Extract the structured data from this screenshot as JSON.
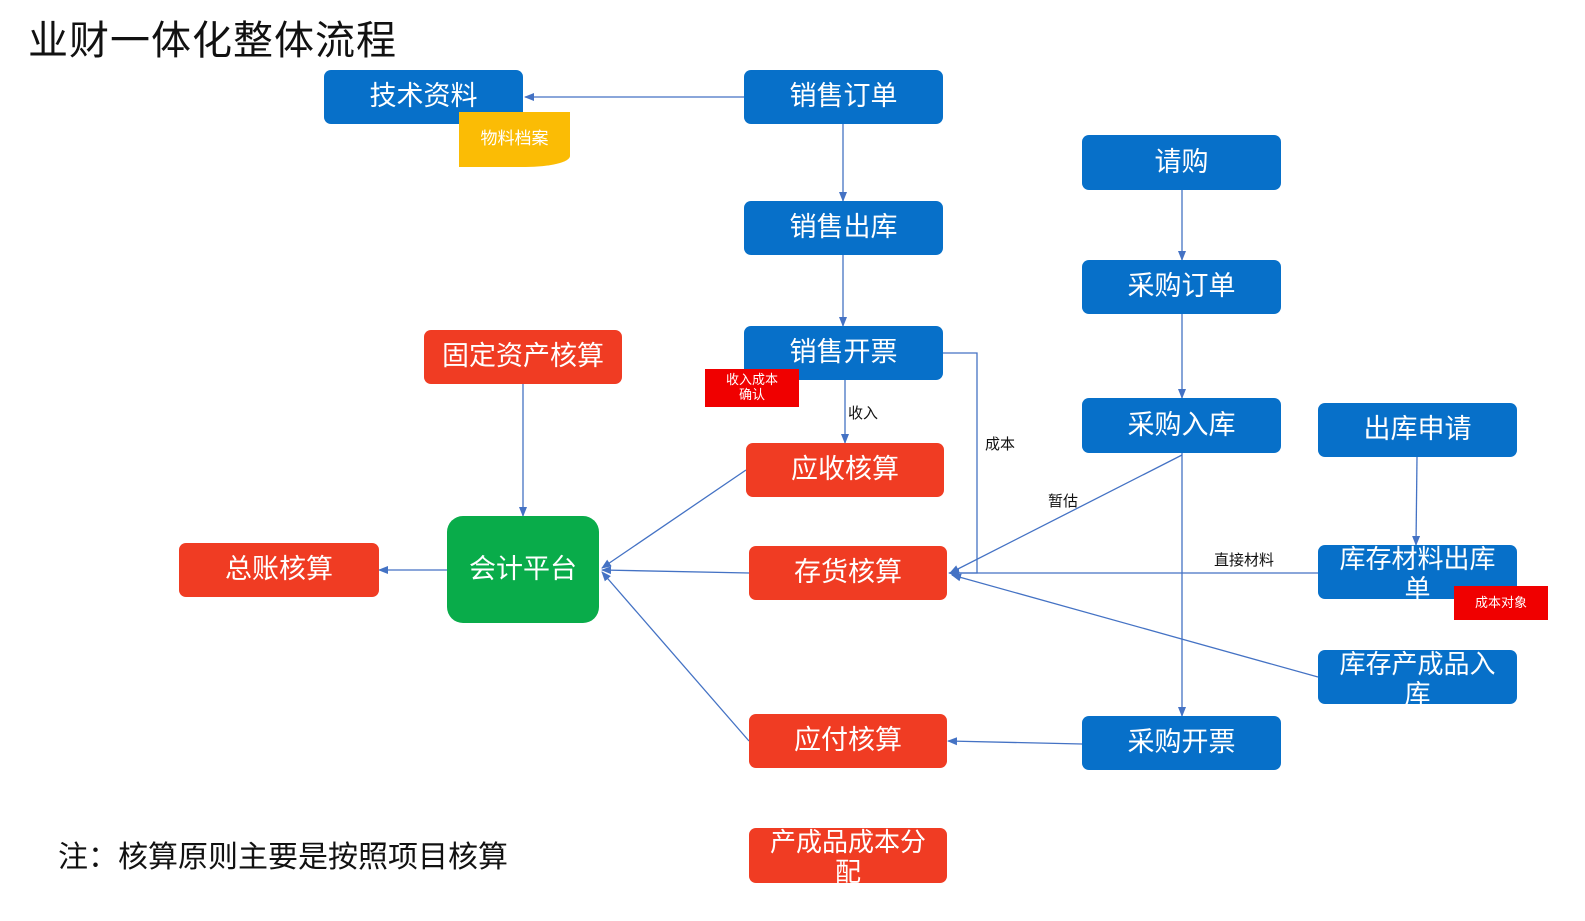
{
  "title": "业财一体化整体流程",
  "note": "注：核算原则主要是按照项目核算",
  "nodes": {
    "tech_docs": "技术资料",
    "sales_order": "销售订单",
    "sales_outbound": "销售出库",
    "sales_invoice": "销售开票",
    "purchase_request": "请购",
    "purchase_order": "采购订单",
    "purchase_inbound": "采购入库",
    "outbound_request": "出库申请",
    "material_outbound": "库存材料出库单",
    "product_inbound": "库存产成品入库",
    "purchase_invoice": "采购开票",
    "fixed_assets": "固定资产核算",
    "receivable": "应收核算",
    "inventory": "存货核算",
    "payable": "应付核算",
    "general_ledger": "总账核算",
    "accounting_platform": "会计平台",
    "product_cost_allocation": "产成品成本分配"
  },
  "tags": {
    "material_file": "物料档案",
    "revenue_cost_confirm": "收入成本确认",
    "cost_object": "成本对象"
  },
  "edge_labels": {
    "income": "收入",
    "cost": "成本",
    "estimate": "暂估",
    "direct_material": "直接材料"
  },
  "colors": {
    "blue_node": "#0770c9",
    "red_node": "#f03c23",
    "green_node": "#09ac4a",
    "yellow_tag": "#fbbc05",
    "red_tag": "#f00000",
    "connector": "#4472c4"
  }
}
